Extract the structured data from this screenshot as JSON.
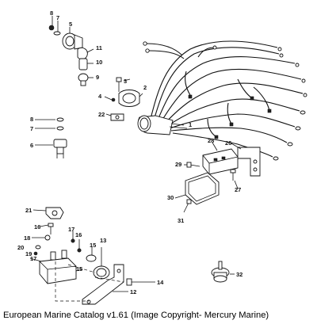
{
  "callouts": {
    "c1": "1",
    "c2": "2",
    "c3": "3",
    "c4": "4",
    "c5": "5",
    "c6": "6",
    "c7a": "7",
    "c7b": "7",
    "c8a": "8",
    "c8b": "8",
    "c9": "9",
    "c10": "10",
    "c11": "11",
    "c12": "12",
    "c13": "13",
    "c14": "14",
    "c15a": "15",
    "c15b": "15",
    "c16a": "16",
    "c16b": "16",
    "c17a": "17",
    "c17b": "17",
    "c18": "18",
    "c19": "19",
    "c20": "20",
    "c21": "21",
    "c22": "22",
    "c26": "26",
    "c27": "27",
    "c28": "28",
    "c29": "29",
    "c30": "30",
    "c31": "31",
    "c32": "32"
  },
  "caption": "European Marine Catalog v1.61 (Image Copyright- Mercury Marine)"
}
